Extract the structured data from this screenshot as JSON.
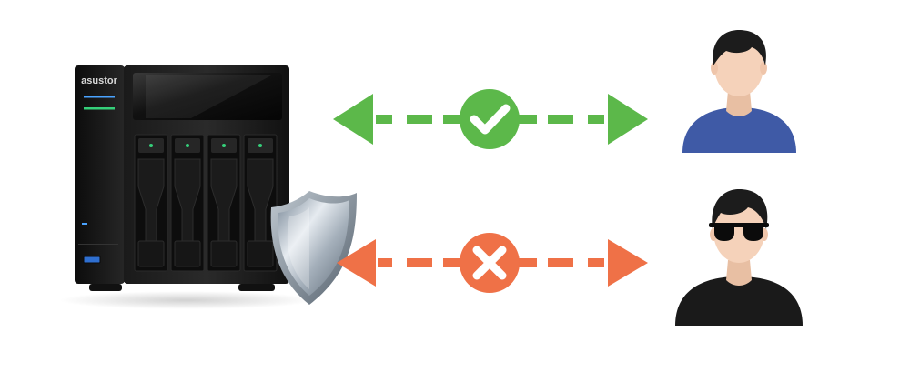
{
  "nas": {
    "brand": "asustor",
    "bay_count": 4
  },
  "connections": [
    {
      "user": "authorized-user",
      "status": "allowed",
      "icon": "check-icon",
      "color": "#5cb84a"
    },
    {
      "user": "hacker",
      "status": "blocked",
      "icon": "x-icon",
      "color": "#ef7147"
    }
  ],
  "colors": {
    "allowed": "#5cb84a",
    "blocked": "#ef7147",
    "user_shirt": "#3f5aa6",
    "hacker_shirt": "#1a1a1a",
    "skin": "#f5d2ba",
    "hair": "#1c1c1c"
  }
}
